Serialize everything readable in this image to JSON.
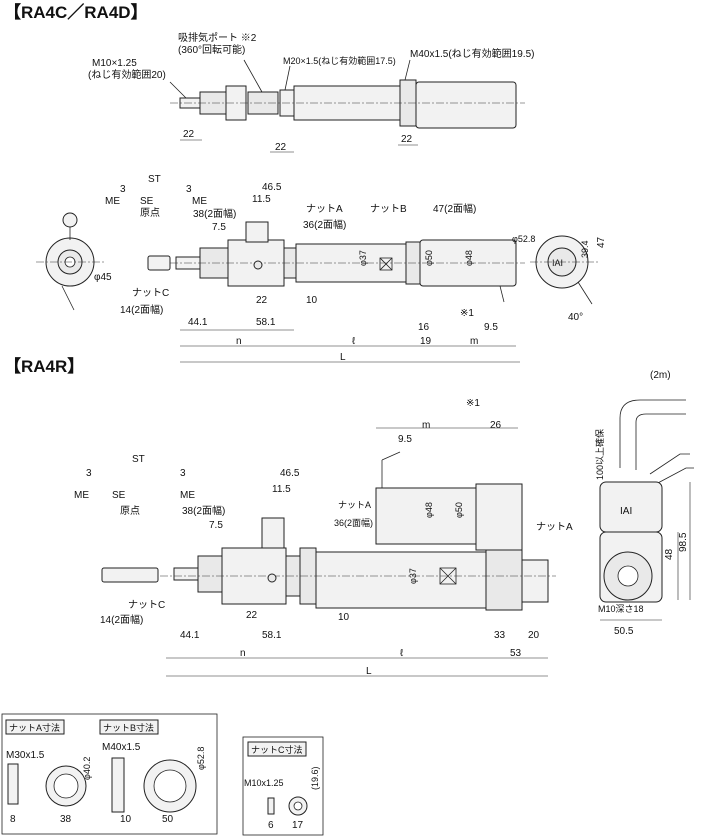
{
  "ra4cd": {
    "title": "【RA4C／RA4D】",
    "top": {
      "port_label_1": "吸排気ポート ※2",
      "port_label_2": "(360°回転可能)",
      "m10_label_1": "M10×1.25",
      "m10_label_2": "(ねじ有効範囲20)",
      "m20_label": "M20×1.5(ねじ有効範囲17.5)",
      "m40_label": "M40x1.5(ねじ有効範囲19.5)",
      "dim_22a": "22",
      "dim_22b": "22",
      "dim_22c": "22"
    },
    "side": {
      "st": "ST",
      "three_a": "3",
      "three_b": "3",
      "me_a": "ME",
      "me_b": "ME",
      "se": "SE",
      "genten": "原点",
      "dim_465": "46.5",
      "dim_115": "11.5",
      "dim_38": "38(2面幅)",
      "dim_75": "7.5",
      "dim_36": "36(2面幅)",
      "nut_a": "ナットA",
      "nut_b": "ナットB",
      "dim_47w": "47(2面幅)",
      "phi37": "φ37",
      "phi50": "φ50",
      "phi48": "φ48",
      "nut_c": "ナットC",
      "dim_14": "14(2面幅)",
      "dim_22": "22",
      "dim_10": "10",
      "dim_441": "44.1",
      "dim_581": "58.1",
      "dim_16": "16",
      "dim_19": "19",
      "note1": "※1",
      "dim_95": "9.5",
      "n": "n",
      "l": "ℓ",
      "m": "m",
      "L": "L",
      "phi45": "φ45",
      "phi528": "φ52.8",
      "dim_394": "39.4",
      "dim_47": "47",
      "angle40": "40°",
      "iai": "IAI"
    }
  },
  "ra4r": {
    "title": "【RA4R】",
    "st": "ST",
    "three_a": "3",
    "three_b": "3",
    "me_a": "ME",
    "me_b": "ME",
    "se": "SE",
    "genten": "原点",
    "dim_465": "46.5",
    "dim_115": "11.5",
    "dim_38": "38(2面幅)",
    "dim_75": "7.5",
    "nut_a": "ナットA",
    "dim_36": "36(2面幅)",
    "phi37": "φ37",
    "phi48": "φ48",
    "phi50": "φ50",
    "note1": "※1",
    "m": "m",
    "dim_26": "26",
    "dim_95": "9.5",
    "nut_a2": "ナットA",
    "nut_c": "ナットC",
    "dim_14": "14(2面幅)",
    "dim_22": "22",
    "dim_10": "10",
    "dim_441": "44.1",
    "dim_581": "58.1",
    "dim_33": "33",
    "dim_20": "20",
    "n": "n",
    "l": "ℓ",
    "dim_53": "53",
    "L": "L",
    "two_m": "(2m)",
    "cable_note": "100以上確保",
    "dim_48": "48",
    "dim_985": "98.5",
    "m10_depth": "M10深さ18",
    "dim_505": "50.5",
    "iai": "IAI"
  },
  "nuts": {
    "ab_title_a": "ナットA寸法",
    "ab_title_b": "ナットB寸法",
    "a_thread": "M30x1.5",
    "a_phi": "φ40.2",
    "a_w": "38",
    "a_t": "8",
    "b_thread": "M40x1.5",
    "b_phi": "φ52.8",
    "b_w": "50",
    "b_t": "10",
    "c_title": "ナットC寸法",
    "c_thread": "M10x1.25",
    "c_t": "6",
    "c_w": "17",
    "c_h": "(19.6)"
  }
}
